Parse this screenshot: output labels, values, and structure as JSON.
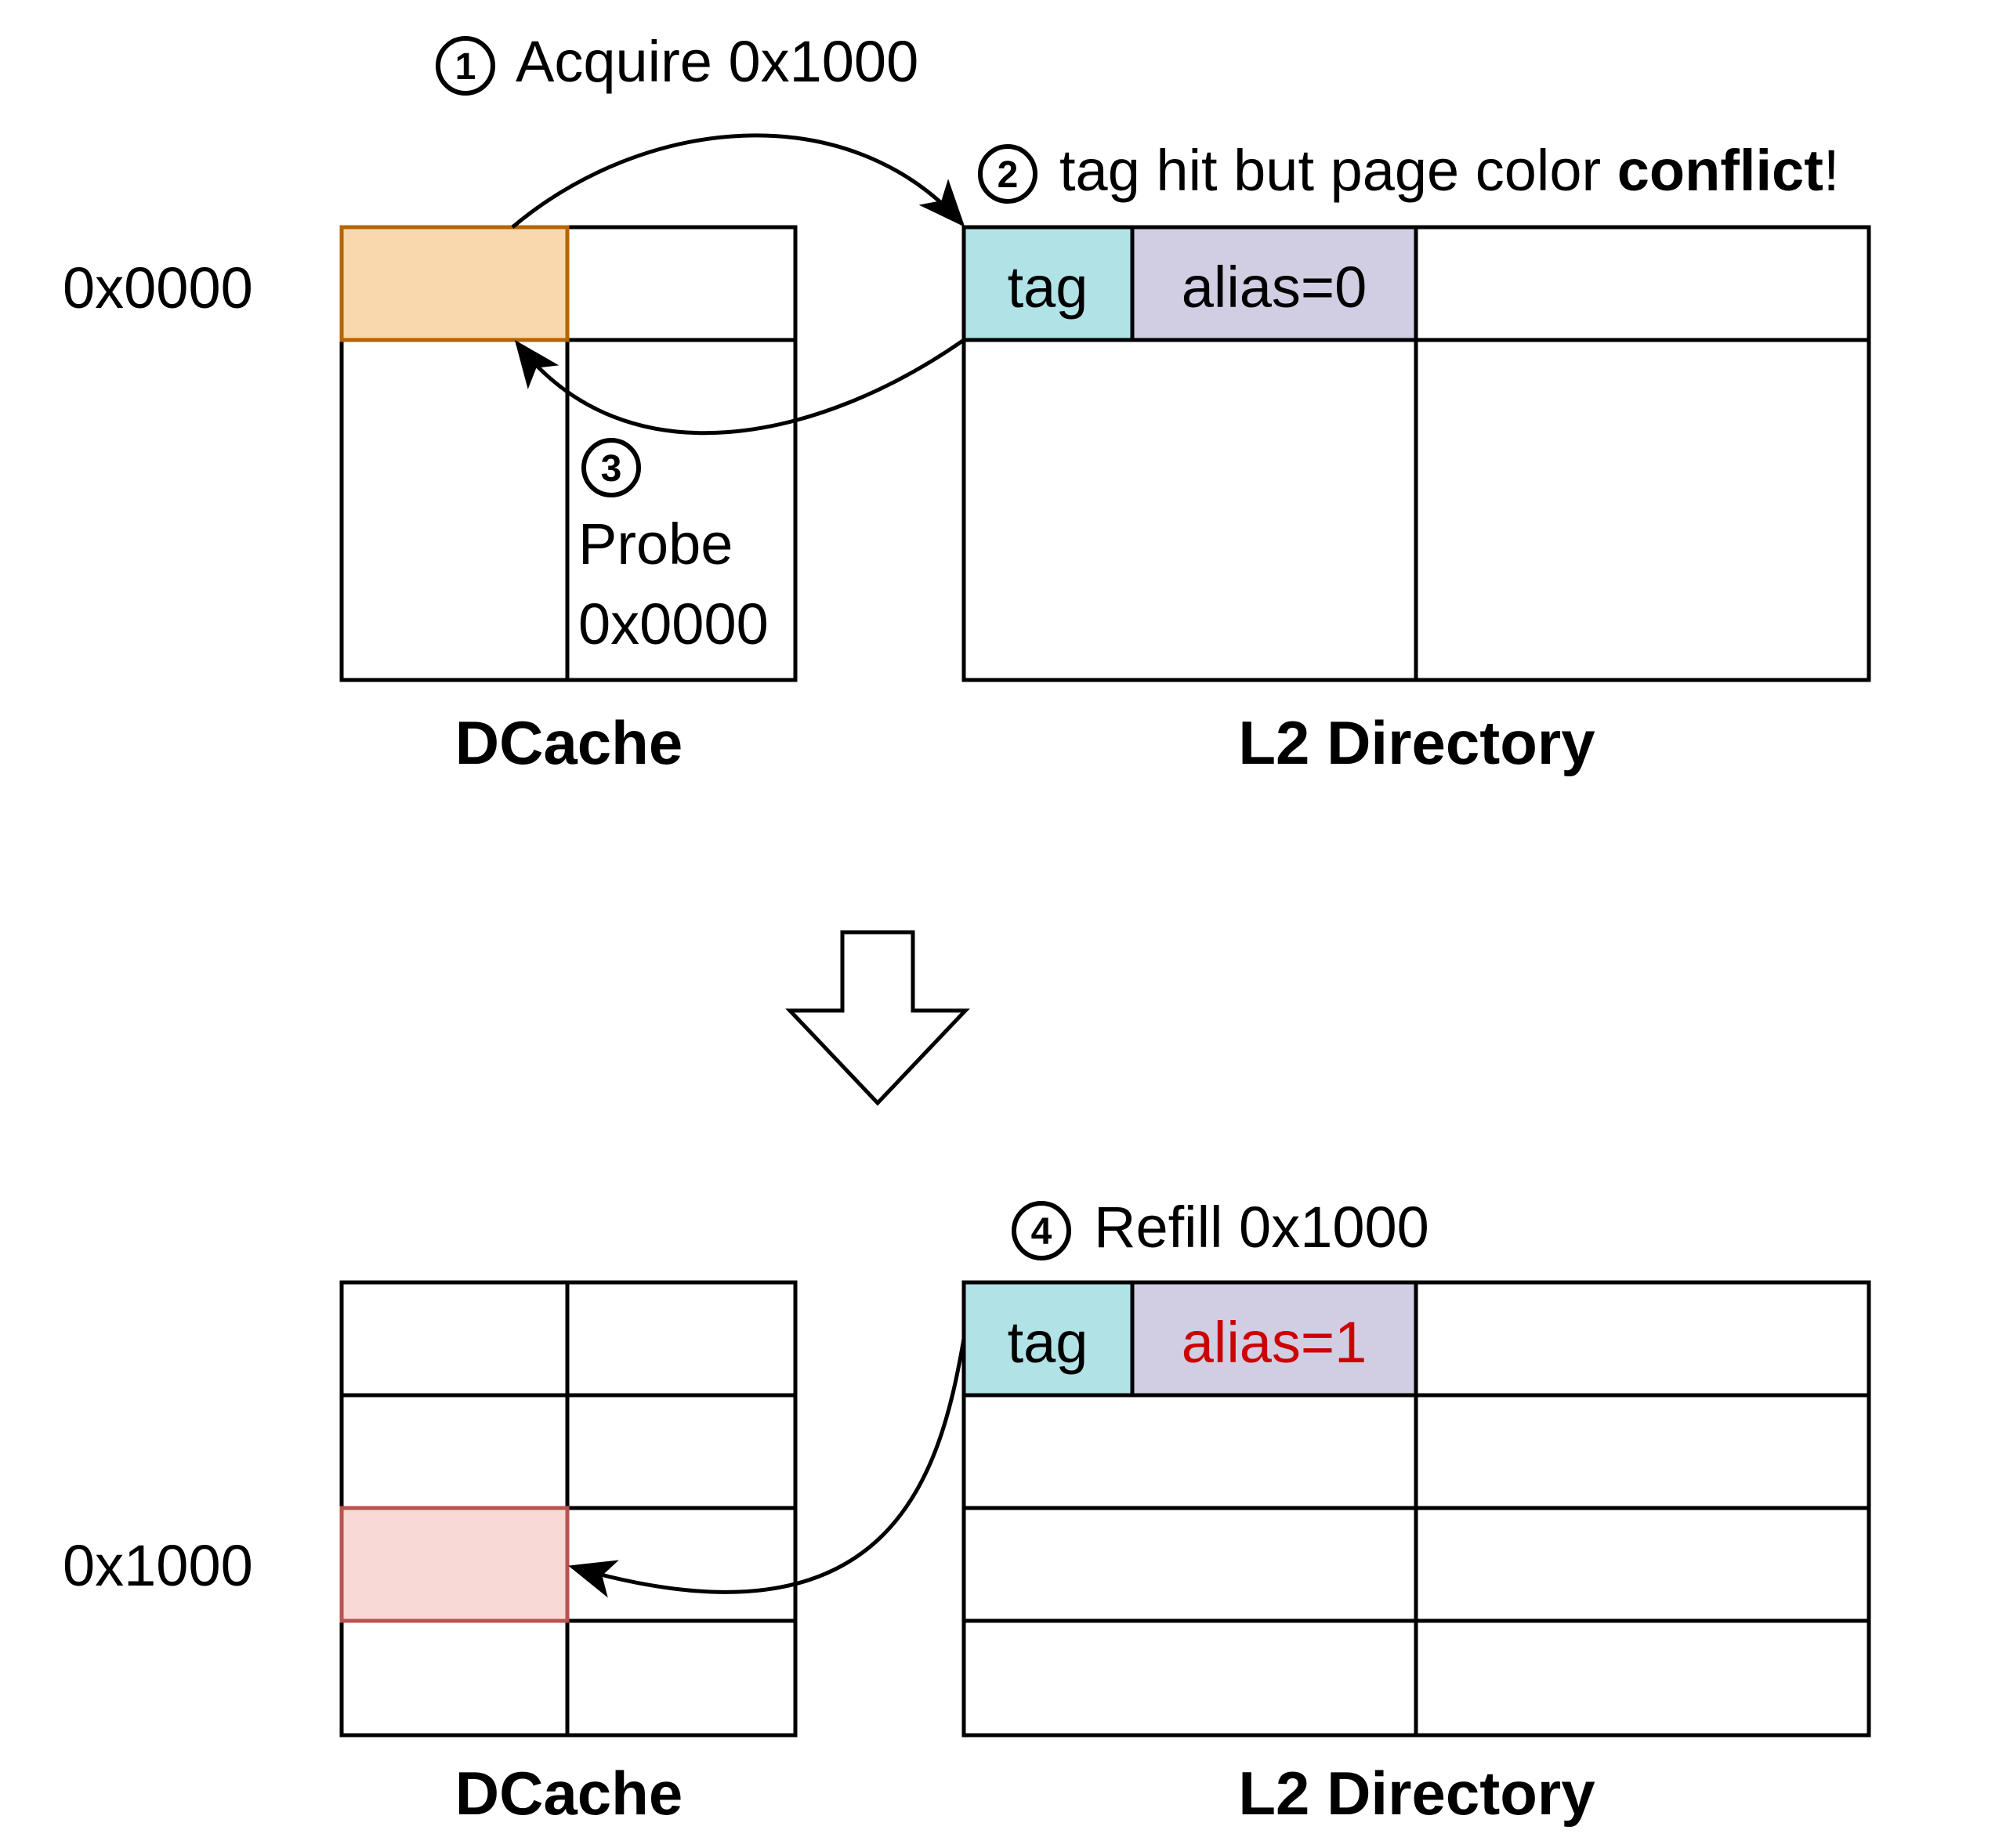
{
  "top": {
    "address_label": "0x0000",
    "step1": {
      "num": "1",
      "text": "Acquire 0x1000"
    },
    "step2": {
      "num": "2",
      "text_prefix": "tag hit but page color ",
      "text_bold": "conflict",
      "text_suffix": "!"
    },
    "step3": {
      "num": "3",
      "line1": "Probe",
      "line2": "0x0000"
    },
    "dcache_title": "DCache",
    "l2_title": "L2 Directory",
    "l2_tag_label": "tag",
    "l2_alias_label": "alias=0"
  },
  "bottom": {
    "address_label": "0x1000",
    "step4": {
      "num": "4",
      "text": "Refill 0x1000"
    },
    "dcache_title": "DCache",
    "l2_title": "L2 Directory",
    "l2_tag_label": "tag",
    "l2_alias_label": "alias=1"
  },
  "colors": {
    "dcache_acquire_fill": "#f9d8ad",
    "dcache_acquire_stroke": "#b46504",
    "dcache_refill_fill": "#f9d9d6",
    "dcache_refill_stroke": "#b85450",
    "tag_fill": "#b1e2e6",
    "tag_stroke": "#0e8088",
    "alias_fill": "#d1cee3",
    "alias_stroke": "#56517e",
    "alias_conflict_text": "#cc0000"
  }
}
